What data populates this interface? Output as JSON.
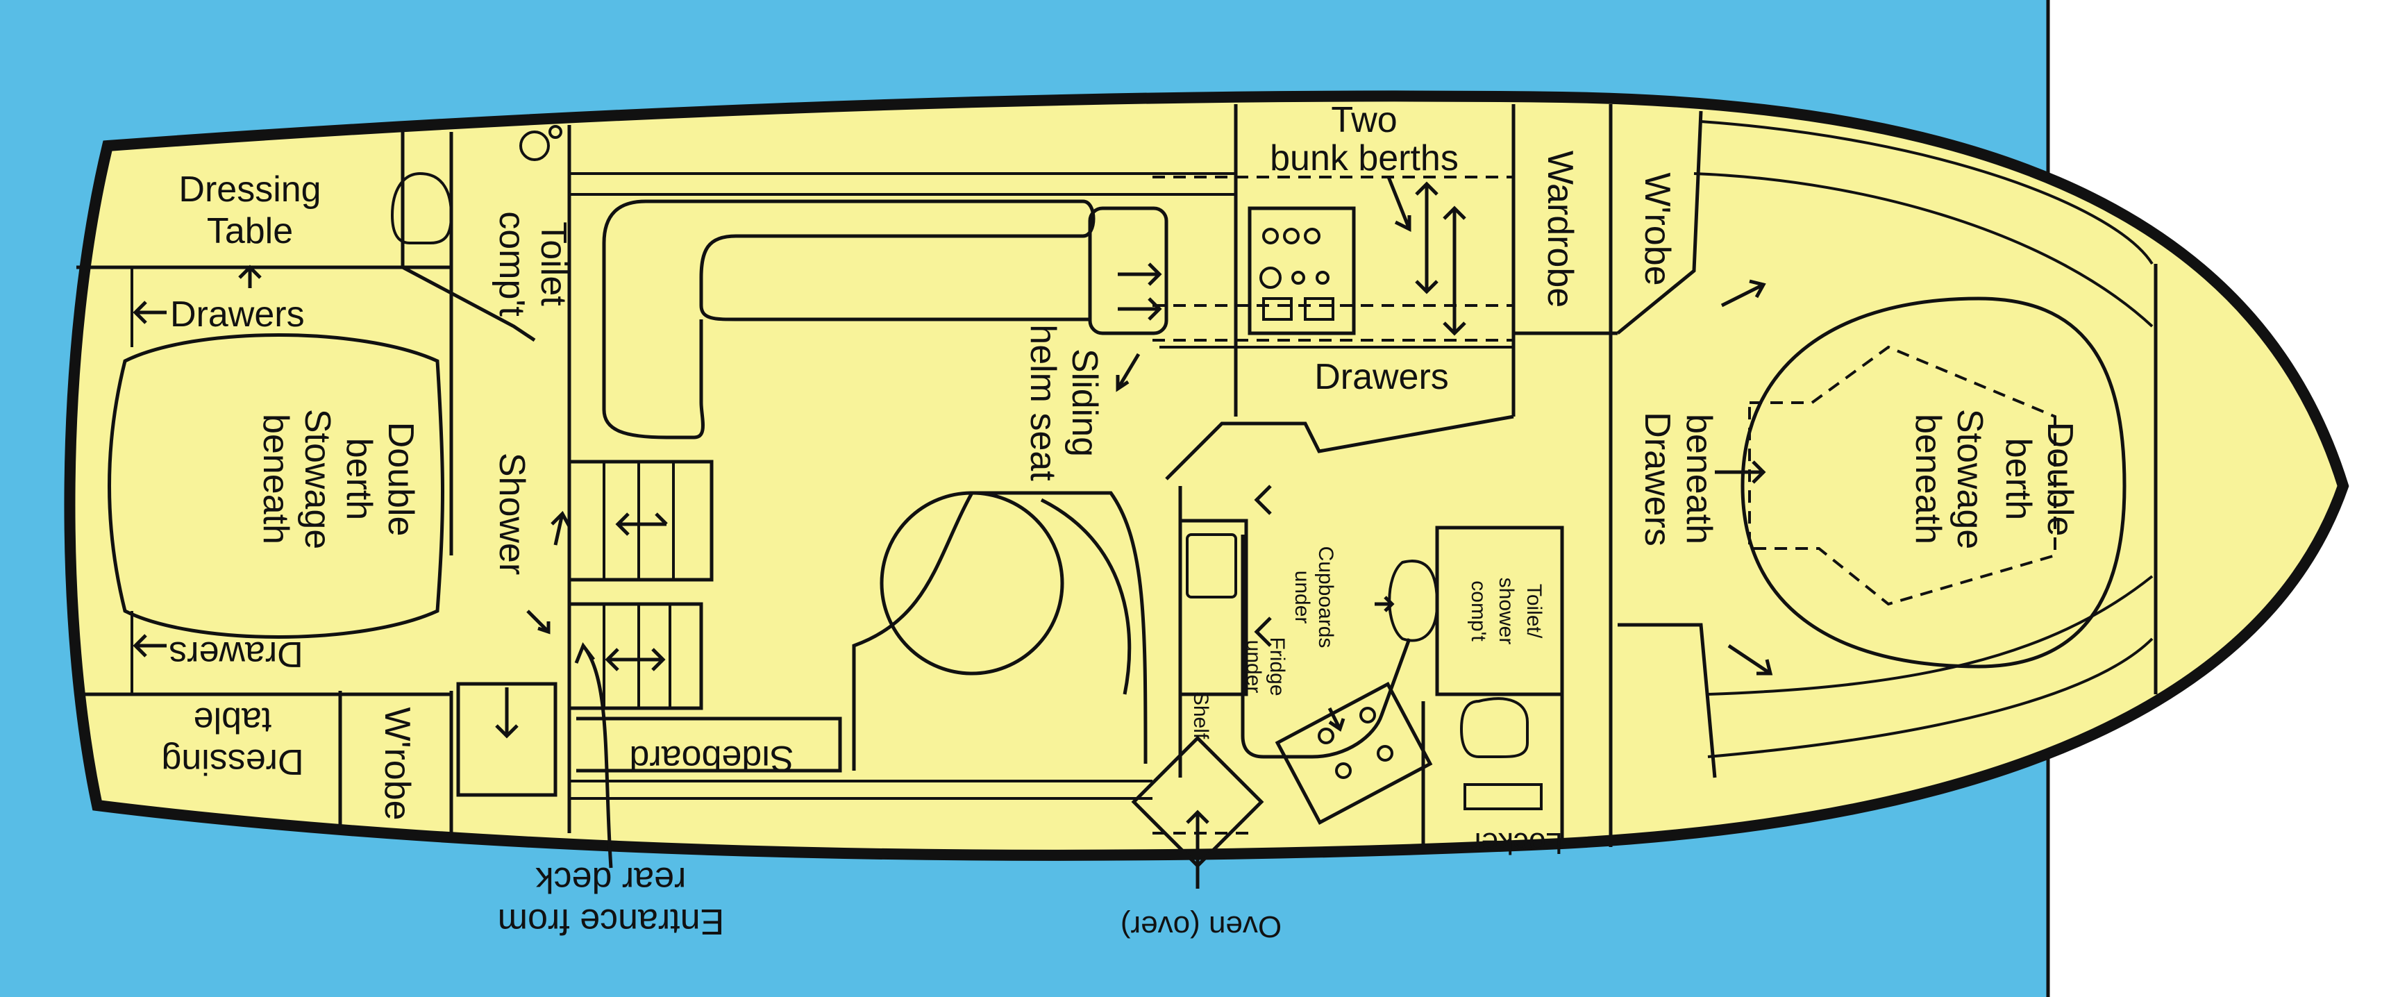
{
  "colors": {
    "sea": "#58bde6",
    "deck": "#f8f39a",
    "outline": "#111111",
    "paper": "#ffffff"
  },
  "labels": {
    "dressing_table_top": [
      "Dressing",
      "Table"
    ],
    "drawers_top_left": "Drawers",
    "double_berth_aft": [
      "Double",
      "berth",
      "Stowage",
      "beneath"
    ],
    "drawers_bottom_left": "Drawers",
    "dressing_table_bottom": [
      "Dressing",
      "table"
    ],
    "wrobe_aft": "W'robe",
    "toilet_compt_aft": [
      "Toilet",
      "comp't"
    ],
    "shower": "Shower",
    "sideboard": "Sideboard",
    "entrance": [
      "Entrance from",
      "rear deck"
    ],
    "sliding_helm_seat": [
      "Sliding",
      "helm seat"
    ],
    "two_bunk_berths": [
      "Two",
      "bunk berths"
    ],
    "drawers_mid": "Drawers",
    "wardrobe": "Wardrobe",
    "wrobe_fwd": "W'robe",
    "drawers_beneath": [
      "Drawers",
      "beneath"
    ],
    "double_berth_fwd": [
      "Double",
      "berth",
      "Stowage",
      "beneath"
    ],
    "cupboards_under": [
      "Cupboards",
      "under"
    ],
    "fridge_under": [
      "Fridge",
      "under"
    ],
    "shelf": "Shelf",
    "toilet_shower_compt": [
      "Toilet/",
      "shower",
      "comp't"
    ],
    "locker": "Locker",
    "oven": "Oven (over)"
  }
}
